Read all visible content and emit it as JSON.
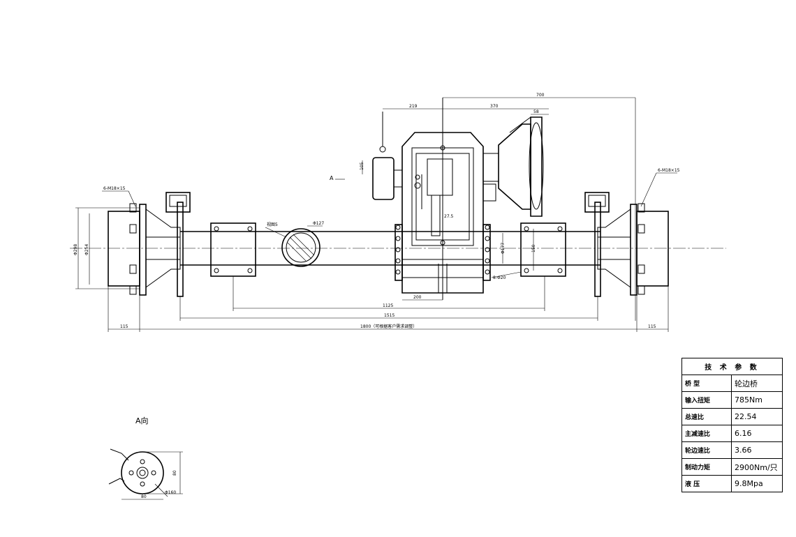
{
  "view_label": "A",
  "aux_view_title": "A向",
  "annotations": {
    "bolt_spec_left": "6-M18×15",
    "bolt_spec_right": "6-M18×15",
    "tube_dia": "Φ127",
    "tube_label": "视图5",
    "flange_dia_outer": "Φ298",
    "flange_dia_inner": "Φ254",
    "hole_spec": "8-Φ20",
    "pad_dia": "Φ177",
    "pad_height": "150",
    "pin_len": "27.5",
    "side_dim": "105"
  },
  "dimensions": {
    "top_700": "700",
    "top_219": "219",
    "top_370": "370",
    "top_58": "58",
    "d_1125": "1125",
    "d_200": "200",
    "d_1515": "1515",
    "d_1800": "1800（可根据客户需求调整）",
    "d_115_left": "115",
    "d_115_right": "115",
    "a_80_v": "80",
    "a_80_h": "80",
    "a_dia": "Φ160"
  },
  "spec_table": {
    "title": "技 术 参 数",
    "rows": [
      {
        "key": "桥  型",
        "value": "轮边桥"
      },
      {
        "key": "输入扭矩",
        "value": "785Nm"
      },
      {
        "key": "总速比",
        "value": "22.54"
      },
      {
        "key": "主减速比",
        "value": "6.16"
      },
      {
        "key": "轮边速比",
        "value": "3.66"
      },
      {
        "key": "制动力矩",
        "value": "2900Nm/只"
      },
      {
        "key": "液  压",
        "value": "9.8Mpa"
      }
    ]
  }
}
